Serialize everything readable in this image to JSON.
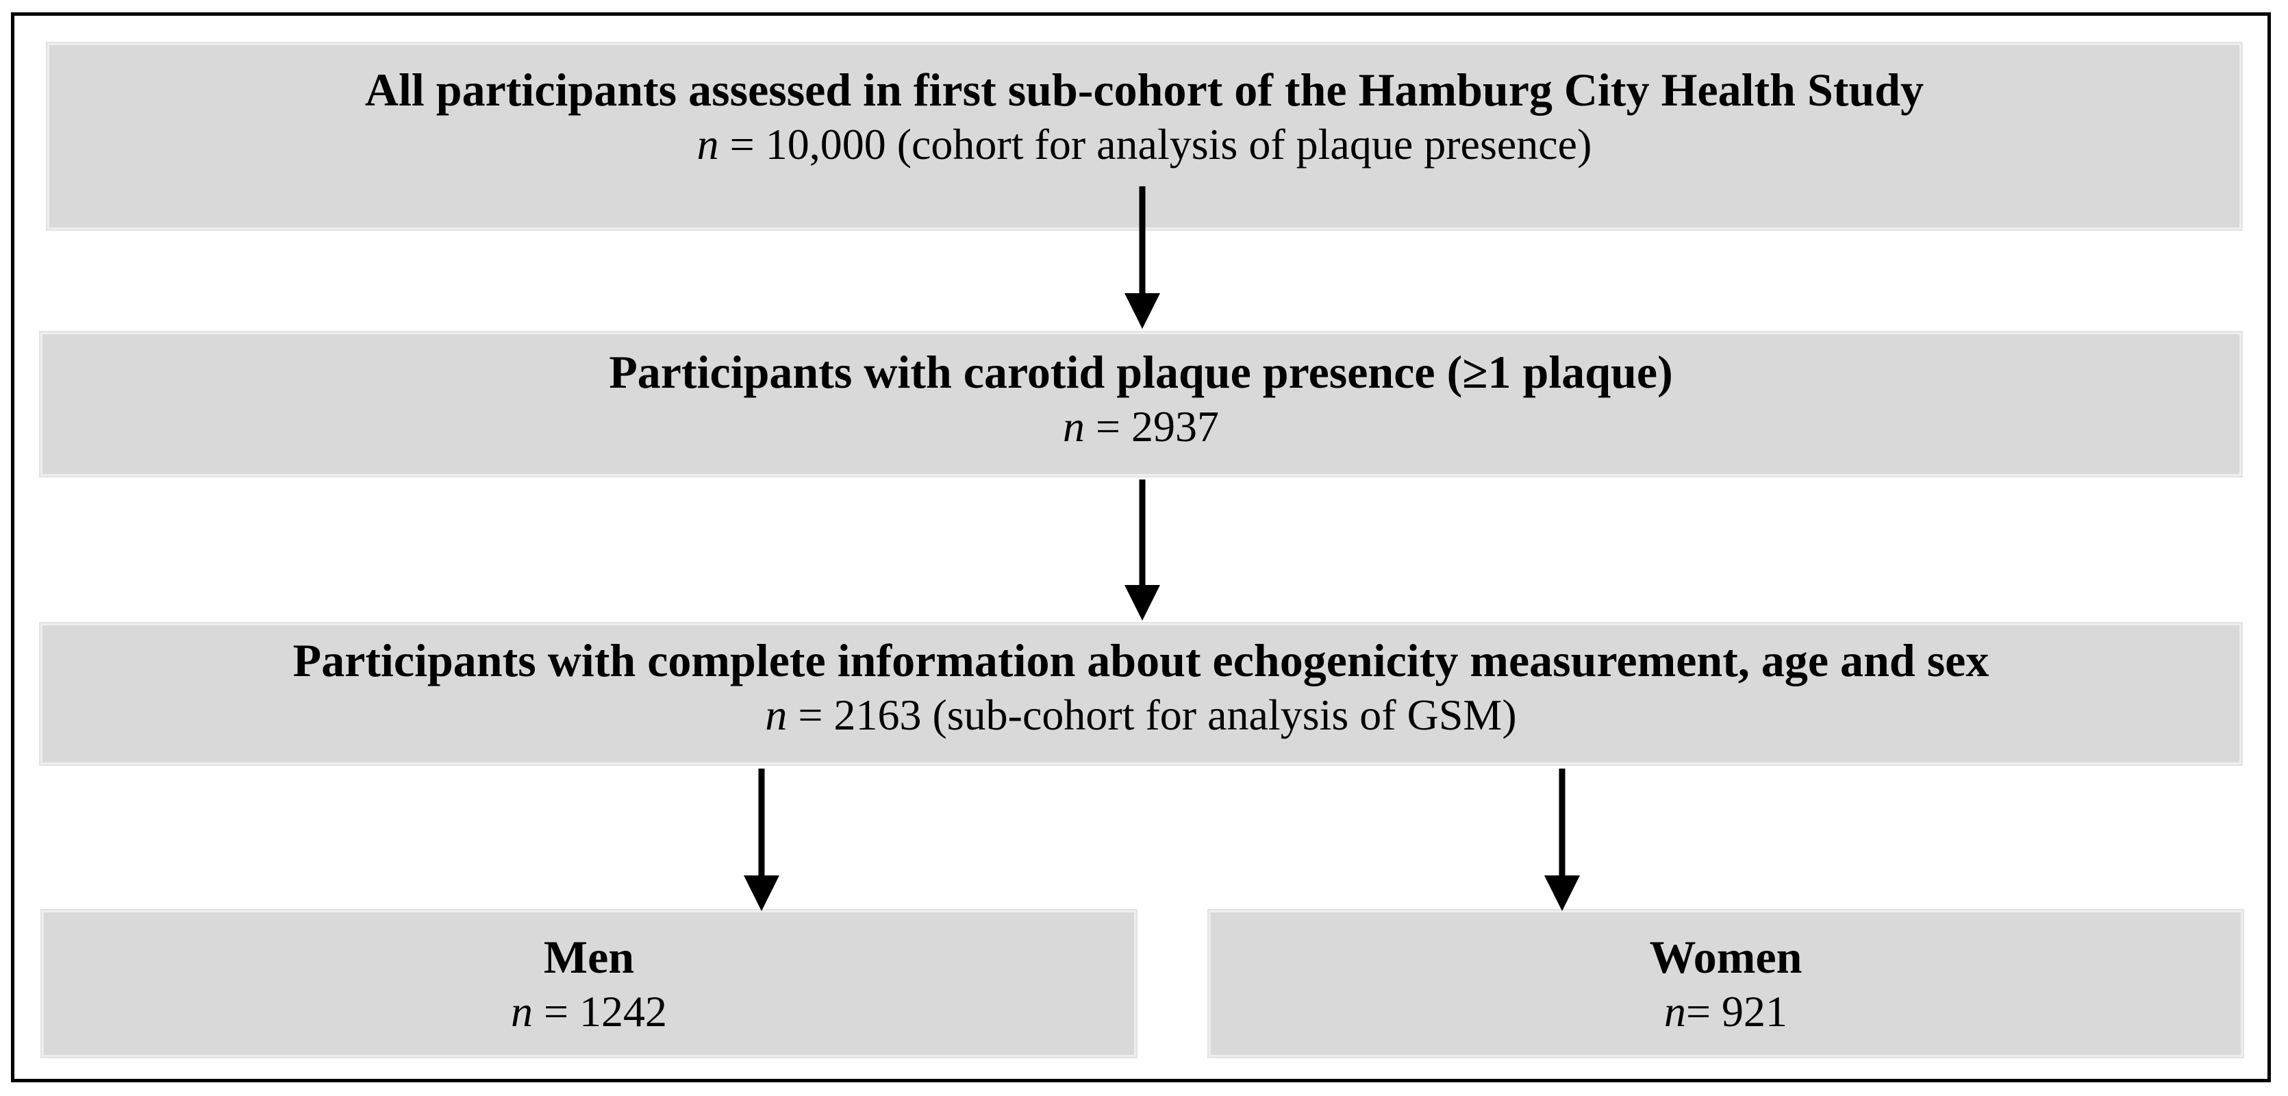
{
  "flowchart": {
    "boxes": [
      {
        "id": "all-participants",
        "title": "All participants assessed in first sub-cohort of the Hamburg City Health Study",
        "n_symbol": "n",
        "count_text": " = 10,000 (cohort for analysis of plaque presence)"
      },
      {
        "id": "plaque-presence",
        "title": "Participants with carotid plaque presence (≥1 plaque)",
        "n_symbol": "n",
        "count_text": " = 2937"
      },
      {
        "id": "complete-information",
        "title": "Participants with complete information about echogenicity measurement, age and sex",
        "n_symbol": "n",
        "count_text": " = 2163 (sub-cohort for analysis of GSM)"
      },
      {
        "id": "men",
        "title": "Men",
        "n_symbol": "n",
        "count_text": " = 1242"
      },
      {
        "id": "women",
        "title": "Women",
        "n_symbol": "n",
        "count_text": "= 921"
      }
    ],
    "colors": {
      "box_fill": "#d9d9d9",
      "border": "#000000",
      "arrow": "#000000"
    }
  }
}
